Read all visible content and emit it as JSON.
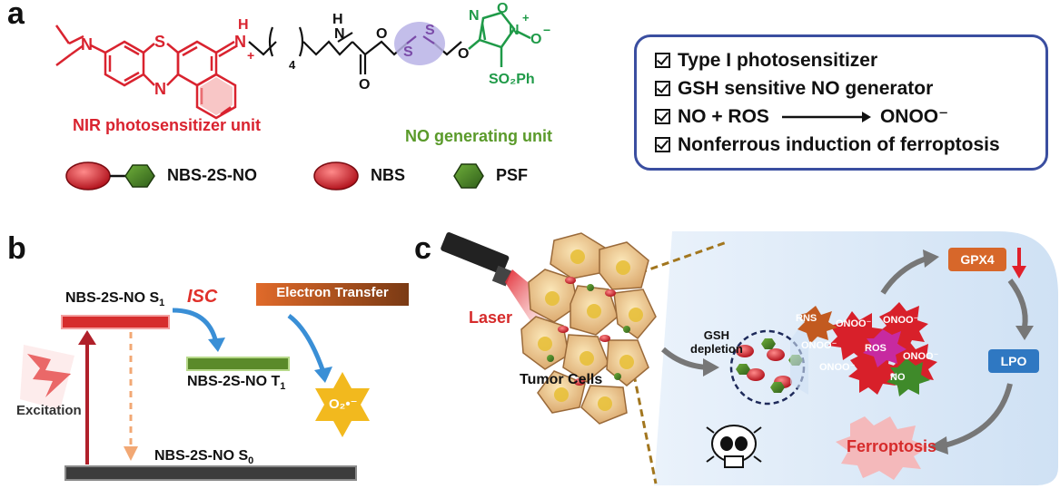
{
  "panels": {
    "a": "a",
    "b": "b",
    "c": "c"
  },
  "panel_a": {
    "chem_labels": {
      "N_left": "N",
      "S_ring": "S",
      "N_ring": "N",
      "NH_plus": "H",
      "N_plus": "N",
      "plus": "+",
      "subscript_4": "4",
      "N_amide": "N",
      "H_amide": "H",
      "O_carbamate": "O",
      "O_carbonyl": "O",
      "S1": "S",
      "S2": "S",
      "O_ether": "O",
      "O_ring": "O",
      "N_ring_right": "N",
      "N_oxide_O": "O",
      "minus": "−",
      "plus_right": "+",
      "sulfonyl": "SO₂Ph"
    },
    "unit_left": "NIR photosensitizer unit",
    "unit_right": "NO generating unit",
    "legend": [
      {
        "label": "NBS-2S-NO"
      },
      {
        "label": "NBS"
      },
      {
        "label": "PSF"
      }
    ],
    "features": [
      {
        "text": "Type I photosensitizer"
      },
      {
        "text": "GSH sensitive NO generator"
      },
      {
        "text_left": "NO + ROS",
        "text_right": "ONOO⁻"
      },
      {
        "text": "Nonferrous induction of ferroptosis"
      }
    ]
  },
  "panel_b": {
    "s1_label": "NBS-2S-NO S",
    "s1_sub": "1",
    "isc": "ISC",
    "electron_transfer": "Electron Transfer",
    "t1_label": "NBS-2S-NO T",
    "t1_sub": "1",
    "superoxide": "O₂•⁻",
    "excitation": "Excitation",
    "s0_label": "NBS-2S-NO S",
    "s0_sub": "0"
  },
  "panel_c": {
    "laser": "Laser",
    "tumor_cells": "Tumor Cells",
    "gsh_depletion": [
      "GSH",
      "depletion"
    ],
    "gpx4": "GPX4",
    "lpo": "LPO",
    "ferroptosis": "Ferroptosis",
    "species": {
      "rns": "RNS",
      "onoo": "ONOO⁻",
      "ros": "ROS",
      "no": "NO"
    }
  },
  "colors": {
    "red_structure": "#d9232f",
    "green_structure": "#1f9a48",
    "purple_disulfide": "#b9b3e6",
    "feature_border": "#3a4ea0",
    "energy_s1": "#d62d2d",
    "energy_t1": "#5a8a2a",
    "energy_s0": "#3c3c3c",
    "isc_text": "#e0302a",
    "et_banner": "#c25a20",
    "superoxide_star": "#f2b91e",
    "gpx4_box": "#d7672a",
    "lpo_box": "#2f78c2",
    "ferroptosis_text": "#d62b2b"
  }
}
